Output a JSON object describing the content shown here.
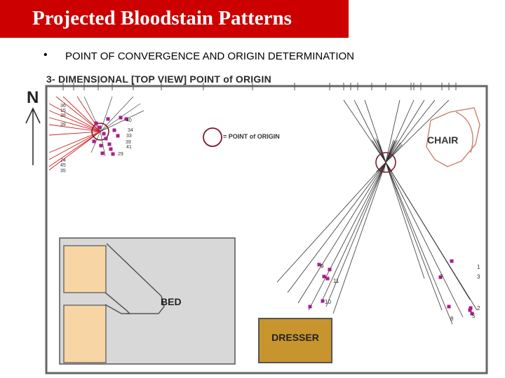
{
  "slide": {
    "title": "Projected Bloodstain Patterns",
    "bullet": "POINT OF CONVERGENCE AND ORIGIN DETERMINATION"
  },
  "figure": {
    "title": "3- DIMENSIONAL [TOP VIEW] POINT of ORIGIN",
    "north_label": "N",
    "legend_label": "= POINT of ORIGIN",
    "chair_label": "CHAIR",
    "bed_label": "BED",
    "dresser_label": "DRESSER",
    "colors": {
      "title_bar": "#cc0000",
      "stain_marker": "#aa1e88",
      "left_string": "#cc2222",
      "right_string": "#333333",
      "room_floor": "#ffffff",
      "bed_fill": "#d8d8d8",
      "pillow_fill": "#f7d5a4",
      "dresser_fill": "#c8942e",
      "chair_outline": "#c9826e",
      "origin_circle": "#7a1a2e"
    },
    "left_stain_labels": [
      "36",
      "15",
      "38",
      "39",
      "45",
      "35",
      "24",
      "40",
      "34",
      "33",
      "39",
      "41",
      "29"
    ],
    "right_stain_labels": [
      "1",
      "2",
      "3",
      "5",
      "7",
      "8",
      "9",
      "10",
      "11"
    ]
  }
}
